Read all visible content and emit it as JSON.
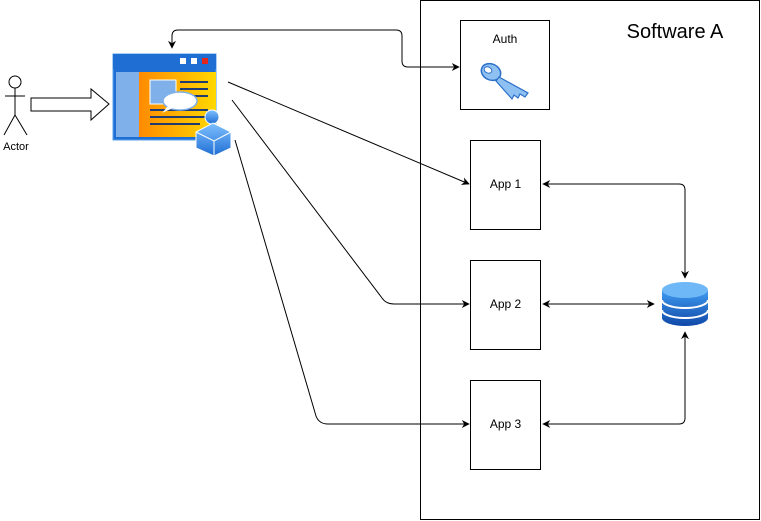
{
  "actor": {
    "label": "Actor"
  },
  "container": {
    "title": "Software A"
  },
  "auth": {
    "label": "Auth",
    "icon": "key-icon"
  },
  "apps": [
    {
      "label": "App 1"
    },
    {
      "label": "App 2"
    },
    {
      "label": "App 3"
    }
  ],
  "database": {
    "icon": "database-icon"
  },
  "client": {
    "icon": "web-client-icon"
  },
  "colors": {
    "stroke": "#000000",
    "db_blue": "#1e6fd9",
    "key_blue": "#6aa8e8",
    "client_orange": "#ffa500",
    "client_titlebar": "#1f6ed4"
  }
}
